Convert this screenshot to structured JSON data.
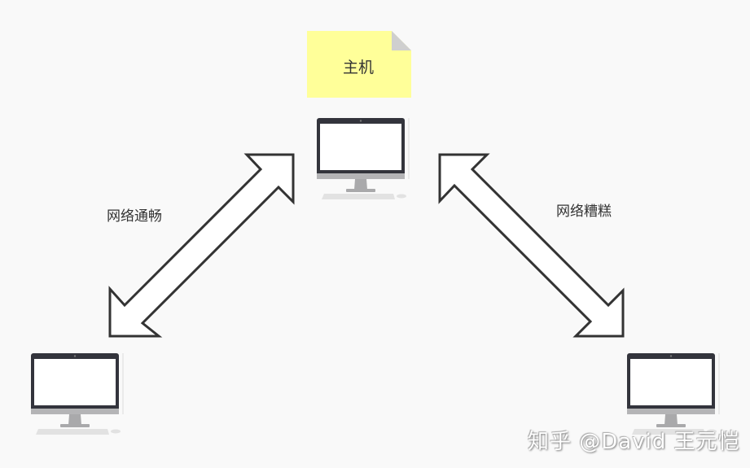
{
  "note": {
    "text": "主机",
    "color": "#ffff99"
  },
  "edges": [
    {
      "label": "网络通畅",
      "type": "double-arrow"
    },
    {
      "label": "网络糟糕",
      "type": "double-arrow"
    }
  ],
  "nodes": [
    {
      "name": "host-computer",
      "icon": "monitor-icon"
    },
    {
      "name": "client-left",
      "icon": "monitor-icon"
    },
    {
      "name": "client-right",
      "icon": "monitor-icon"
    }
  ],
  "watermark": "知乎 @David 王元恺"
}
